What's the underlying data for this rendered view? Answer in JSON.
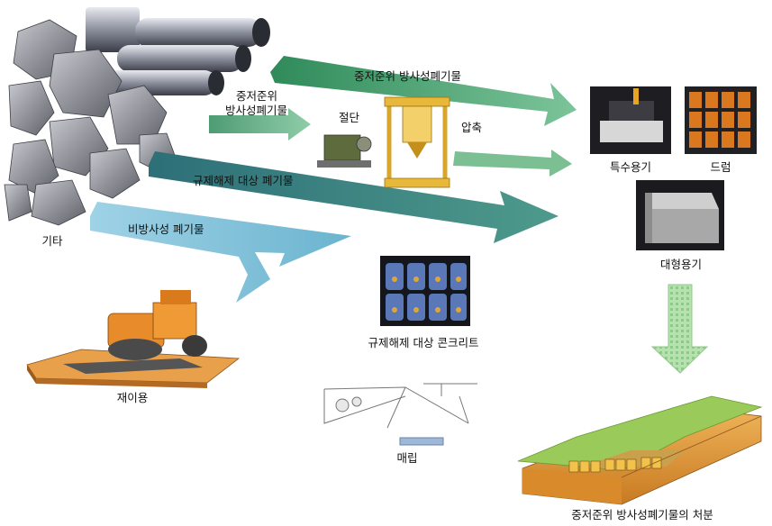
{
  "labels": {
    "other": "기타",
    "ilw_top_arrow": "중저준위 방사성폐기물",
    "ilw_small_arrow_line1": "중저준위",
    "ilw_small_arrow_line2": "방사성폐기물",
    "cutting": "절단",
    "compression": "압축",
    "clearance_waste": "규제해제 대상 폐기물",
    "non_radioactive_waste": "비방사성 폐기물",
    "special_container": "특수용기",
    "drum": "드럼",
    "large_container": "대형용기",
    "clearance_concrete": "규제해제 대상 콘크리트",
    "reuse": "재이용",
    "landfill": "매립",
    "disposal": "중저준위 방사성폐기물의 처분"
  }
}
